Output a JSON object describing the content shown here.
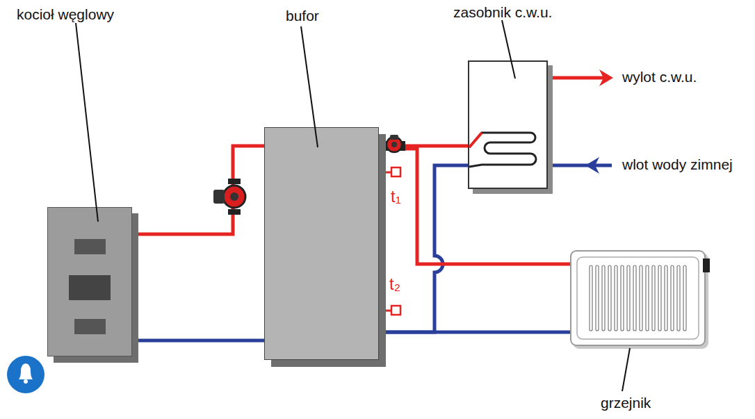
{
  "diagram": {
    "nodes": [
      {
        "text": [
          "kocioł węglowy"
        ]
      },
      {
        "text": [
          "bufor"
        ]
      },
      {
        "text": [
          "zasobnik c.w.u."
        ]
      },
      {
        "text": [
          "grzejnik"
        ]
      }
    ],
    "edges": [
      {
        "from": 0,
        "to": 1,
        "arrow": "none"
      },
      {
        "from": 1,
        "to": 0,
        "arrow": "none"
      },
      {
        "from": 1,
        "to": 2,
        "arrow": "none"
      },
      {
        "from": 2,
        "to": 1,
        "arrow": "none"
      },
      {
        "from": 1,
        "to": 3,
        "arrow": "none"
      },
      {
        "from": 3,
        "to": 1,
        "arrow": "none"
      }
    ],
    "labels": [
      "wylot c.w.u.",
      "wlot wody zimnej",
      "t₁",
      "t₂"
    ]
  }
}
